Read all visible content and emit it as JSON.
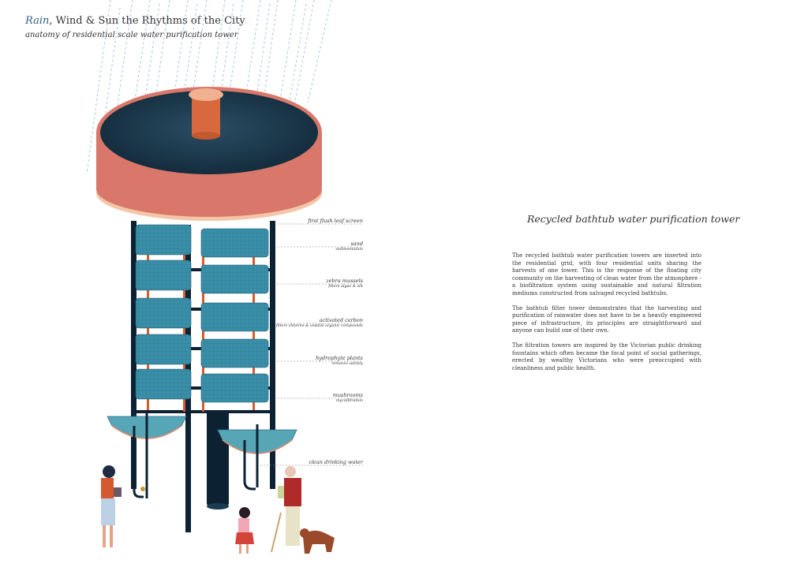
{
  "header": {
    "title_highlight": "Rain",
    "title_rest": ", Wind & Sun the Rhythms of the City",
    "subtitle": "anatomy of residential scale water purification tower"
  },
  "illustration": {
    "layers": [
      {
        "label": "first flush leaf screen",
        "sublabel": ""
      },
      {
        "label": "sand",
        "sublabel": "sedimentation"
      },
      {
        "label": "zebra mussels",
        "sublabel": "filters algae & silt"
      },
      {
        "label": "activated carbon",
        "sublabel": "filters chlorine & volatile organic compounds"
      },
      {
        "label": "hydrophyte plants",
        "sublabel": "removes salinity"
      },
      {
        "label": "mushrooms",
        "sublabel": "mycofiltration"
      },
      {
        "label": "clean drinking water",
        "sublabel": ""
      }
    ],
    "colors": {
      "tub": "#d9786a",
      "tub_base": "#f3c6a8",
      "water": "#1d3b4f",
      "bathtub": "#3a8fa8",
      "frame": "#0c2233",
      "umbrella": "#57a6b6",
      "pipe": "#d85a2e"
    }
  },
  "right_page": {
    "heading": "Recycled bathtub water purification tower",
    "paragraphs": [
      "The recycled bathtub water purification towers are inserted into the residential grid, with four residential units sharing the harvests of one tower. This is the response of the floating city community on the harvesting of clean water from the atmosphere - a biofiltration system using sustainable and natural filtration mediums constructed from salvaged recycled bathtubs.",
      "The bathtub filter tower demonstrates that the harvesting and purification of rainwater does not have to be a heavily engineered piece of infrastructure, its principles are straightforward and anyone can build one of their own.",
      "The filtration towers are inspired by the Victorian public drinking fountains which often became the focal point of social gatherings, erected by wealthy Victorians who were preoccupied with cleanliness and public health."
    ]
  }
}
